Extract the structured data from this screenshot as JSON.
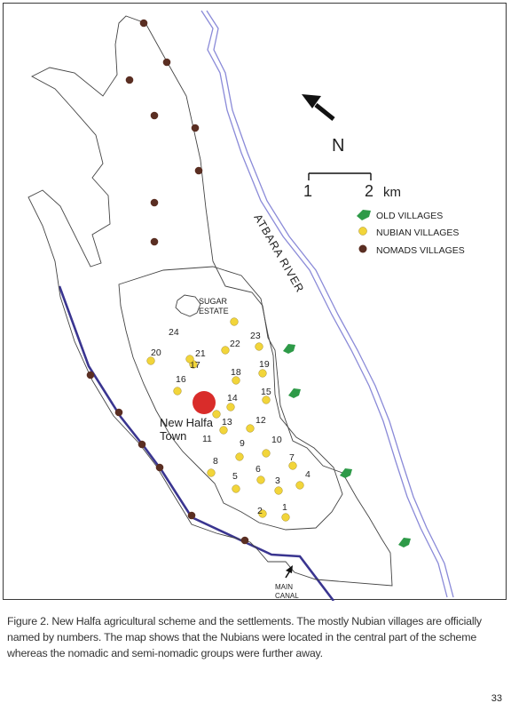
{
  "map": {
    "north_label": "N",
    "scale": {
      "tick_start": "1",
      "tick_end": "2",
      "unit": "km"
    },
    "legend": [
      {
        "label": "OLD VILLAGES",
        "symbol": "leaf-shape",
        "color": "#2e9a48"
      },
      {
        "label": "NUBIAN VILLAGES",
        "symbol": "circle",
        "color": "#f2d53a"
      },
      {
        "label": "NOMADS VILLAGES",
        "symbol": "circle",
        "color": "#5a2e22"
      }
    ],
    "river_label": "ATBARA RIVER",
    "sugar_estate_label": [
      "SUGAR",
      "ESTATE"
    ],
    "town_label": [
      "New Halfa",
      "Town"
    ],
    "canal_label": [
      "MAIN",
      "CANAL"
    ],
    "nubian_village_numbers": [
      "1",
      "2",
      "3",
      "4",
      "5",
      "6",
      "7",
      "8",
      "9",
      "10",
      "11",
      "12",
      "13",
      "14",
      "15",
      "16",
      "17",
      "18",
      "19",
      "20",
      "21",
      "22",
      "23",
      "24"
    ],
    "colors": {
      "river": "#8a8ad8",
      "canal": "#3a3590",
      "town": "#d92c2a",
      "boundary": "#444444"
    }
  },
  "caption": "Figure 2. New Halfa agricultural scheme and the settlements. The mostly Nubian villages are officially named by numbers. The map shows that the Nubians were located in the central part of the scheme whereas the nomadic and semi-nomadic groups were further away.",
  "page_number": "33"
}
